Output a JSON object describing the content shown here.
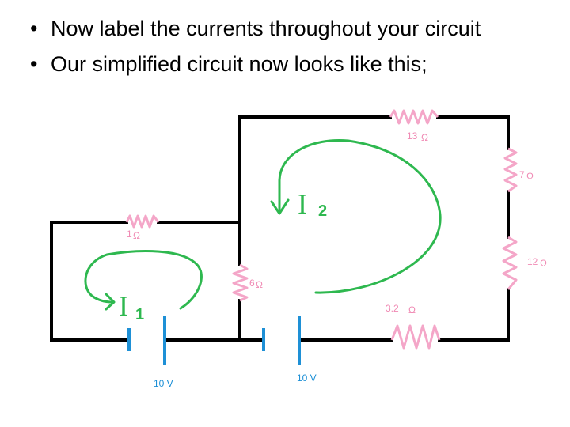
{
  "bullets": [
    "Now label the currents throughout your circuit",
    "Our simplified circuit now looks like this;"
  ],
  "diagram": {
    "resistors": [
      {
        "id": "r13",
        "label": "13",
        "unit": "Ω"
      },
      {
        "id": "r7",
        "label": "7",
        "unit": "Ω"
      },
      {
        "id": "r12",
        "label": "12",
        "unit": "Ω"
      },
      {
        "id": "r1",
        "label": "1",
        "unit": "Ω"
      },
      {
        "id": "r6",
        "label": "6",
        "unit": "Ω"
      },
      {
        "id": "r32",
        "label": "3.2",
        "unit": "Ω"
      }
    ],
    "batteries": [
      {
        "id": "b1",
        "label": "10 V"
      },
      {
        "id": "b2",
        "label": "10 V"
      }
    ],
    "currents": [
      {
        "id": "i1",
        "symbol": "I",
        "subscript": "1"
      },
      {
        "id": "i2",
        "symbol": "I",
        "subscript": "2"
      }
    ],
    "colors": {
      "wire": "#000000",
      "resistor": "#f4a6c8",
      "resistor_label": "#f08ab4",
      "battery": "#1e90d6",
      "current": "#2eb84f"
    }
  }
}
